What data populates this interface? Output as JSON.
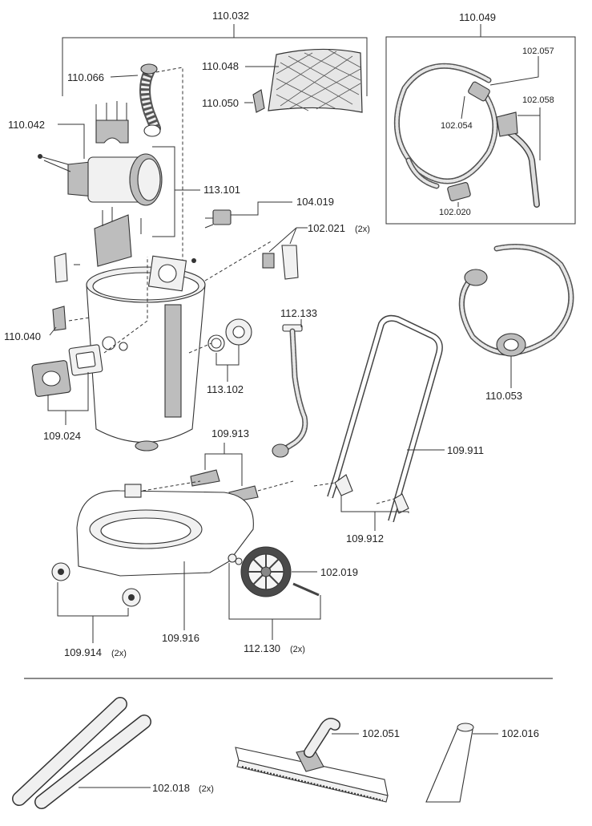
{
  "labels": {
    "p110032": "110.032",
    "p110066": "110.066",
    "p110048": "110.048",
    "p110050": "110.050",
    "p110042": "110.042",
    "p113101": "113.101",
    "p104019": "104.019",
    "p102021": "102.021",
    "p102021_qty": "(2x)",
    "p110040": "110.040",
    "p109024": "109.024",
    "p113102": "113.102",
    "p112133": "112.133",
    "p110049": "110.049",
    "p102057": "102.057",
    "p102058": "102.058",
    "p102054": "102.054",
    "p102020": "102.020",
    "p110053": "110.053",
    "p109913": "109.913",
    "p109911": "109.911",
    "p109912": "109.912",
    "p102019": "102.019",
    "p109914": "109.914",
    "p109914_qty": "(2x)",
    "p109916": "109.916",
    "p112130": "112.130",
    "p112130_qty": "(2x)",
    "p102051": "102.051",
    "p102016": "102.016",
    "p102018": "102.018",
    "p102018_qty": "(2x)"
  }
}
